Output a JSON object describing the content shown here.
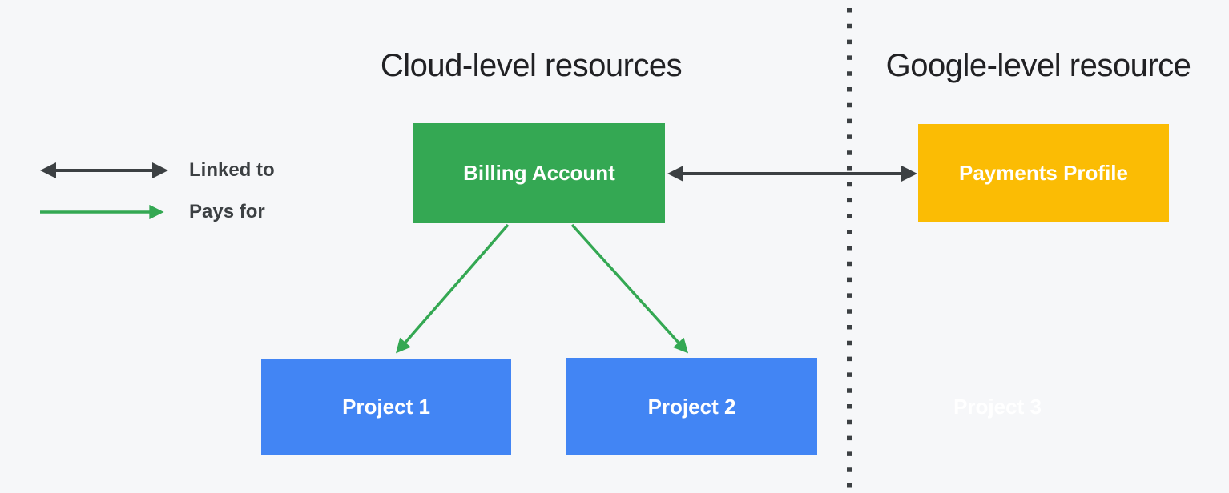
{
  "diagram": {
    "headings": {
      "left": "Cloud-level resources",
      "right": "Google-level resource"
    },
    "legend": {
      "items": [
        {
          "label": "Linked to",
          "arrow_icon": "double-headed-dark-arrow"
        },
        {
          "label": "Pays for",
          "arrow_icon": "single-headed-green-arrow"
        }
      ]
    },
    "nodes": [
      {
        "id": "billing-account",
        "label": "Billing Account",
        "fill": "#34A853",
        "text_color": "#FFFFFF",
        "side": "cloud"
      },
      {
        "id": "payments-profile",
        "label": "Payments Profile",
        "fill": "#FBBC04",
        "text_color": "#FFFFFF",
        "side": "google"
      },
      {
        "id": "project-1",
        "label": "Project 1",
        "fill": "#4285F4",
        "text_color": "#FFFFFF",
        "side": "cloud"
      },
      {
        "id": "project-2",
        "label": "Project 2",
        "fill": "#4285F4",
        "text_color": "#FFFFFF",
        "side": "cloud"
      },
      {
        "id": "project-3",
        "label": "Project 3",
        "fill": "none",
        "text_color": "#FFFFFF",
        "side": "google"
      }
    ],
    "edges": [
      {
        "from": "billing-account",
        "to": "payments-profile",
        "type": "linked-to",
        "direction": "bidirectional"
      },
      {
        "from": "billing-account",
        "to": "project-1",
        "type": "pays-for",
        "direction": "forward"
      },
      {
        "from": "billing-account",
        "to": "project-2",
        "type": "pays-for",
        "direction": "forward"
      }
    ],
    "divider": {
      "style": "dotted-vertical-line",
      "separates": [
        "Cloud-level resources",
        "Google-level resource"
      ]
    }
  },
  "colors": {
    "bg": "#F6F7F9",
    "ink": "#3C4043",
    "heading": "#212124",
    "green": "#34A853",
    "yellow": "#FBBC04",
    "blue": "#4285F4",
    "node-text": "#FFFFFF"
  }
}
